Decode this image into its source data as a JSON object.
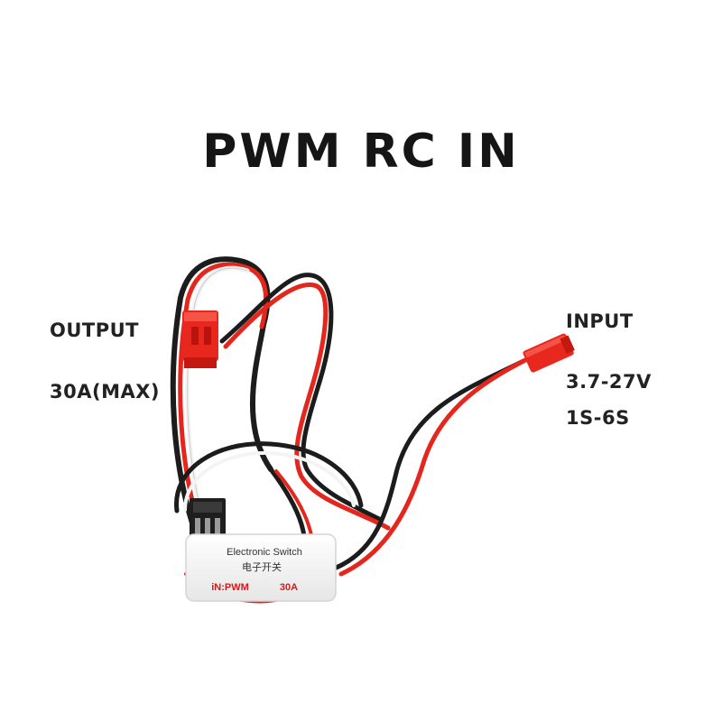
{
  "title": "PWM RC IN",
  "output": {
    "label": "OUTPUT",
    "spec": "30A(MAX)"
  },
  "input": {
    "label": "INPUT",
    "voltage": "3.7-27V",
    "cells": "1S-6S"
  },
  "module": {
    "name": "Electronic Switch",
    "name_cn": "电子开关",
    "signal": "iN:PWM",
    "current": "30A"
  },
  "colors": {
    "wire_red": "#e4261c",
    "wire_black": "#1c1c1c",
    "wire_white": "#f4f4f4",
    "connector_red": "#e8281e",
    "module_body": "#f6f6f6",
    "module_text_red": "#d7191c"
  }
}
